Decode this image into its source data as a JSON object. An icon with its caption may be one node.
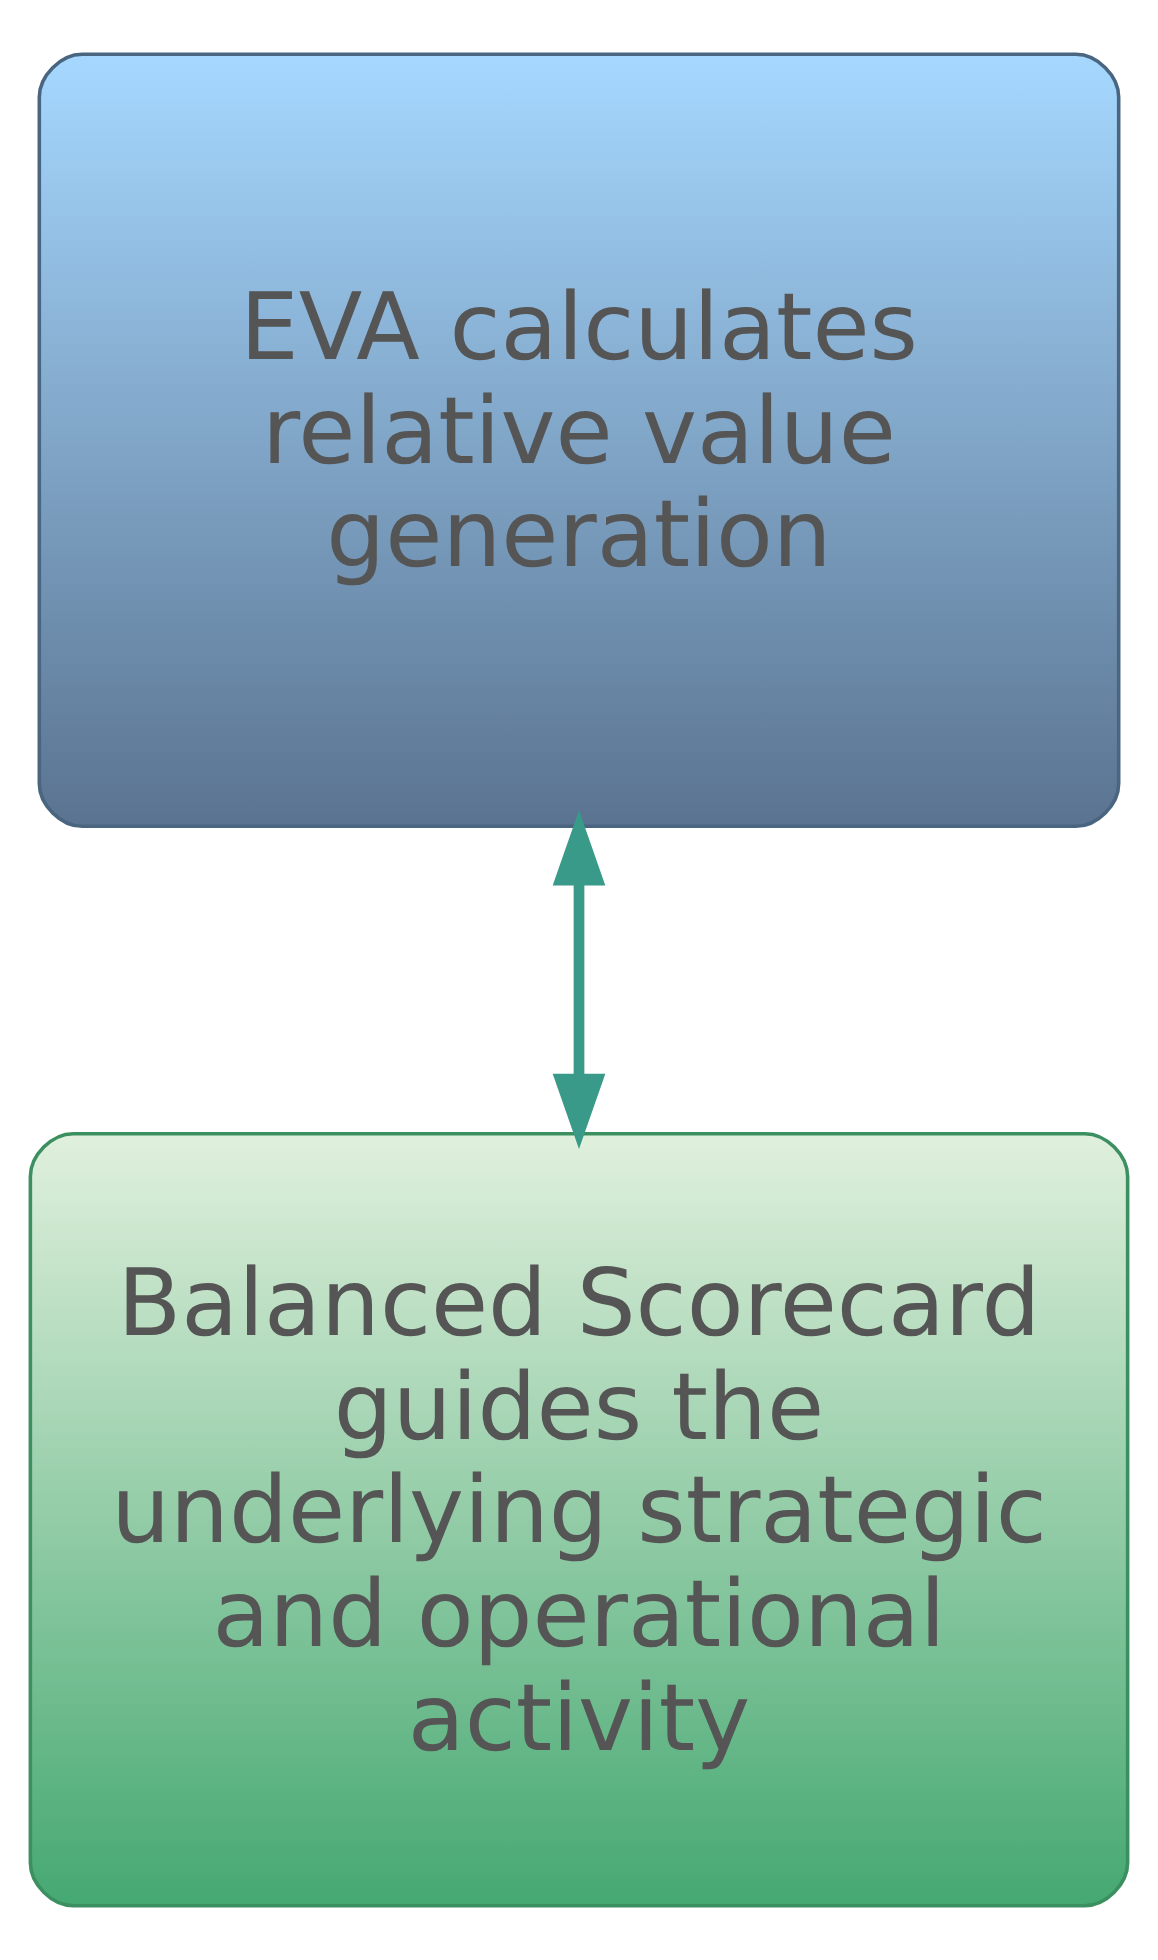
{
  "diagram": {
    "nodes": [
      {
        "text": [
          "EVA calculates relative value generation"
        ]
      },
      {
        "text": [
          "Balanced Scorecard guides the underlying strategic and operational activity"
        ]
      }
    ],
    "edges": [
      {
        "from": 0,
        "to": 1,
        "arrow": "both"
      }
    ]
  }
}
